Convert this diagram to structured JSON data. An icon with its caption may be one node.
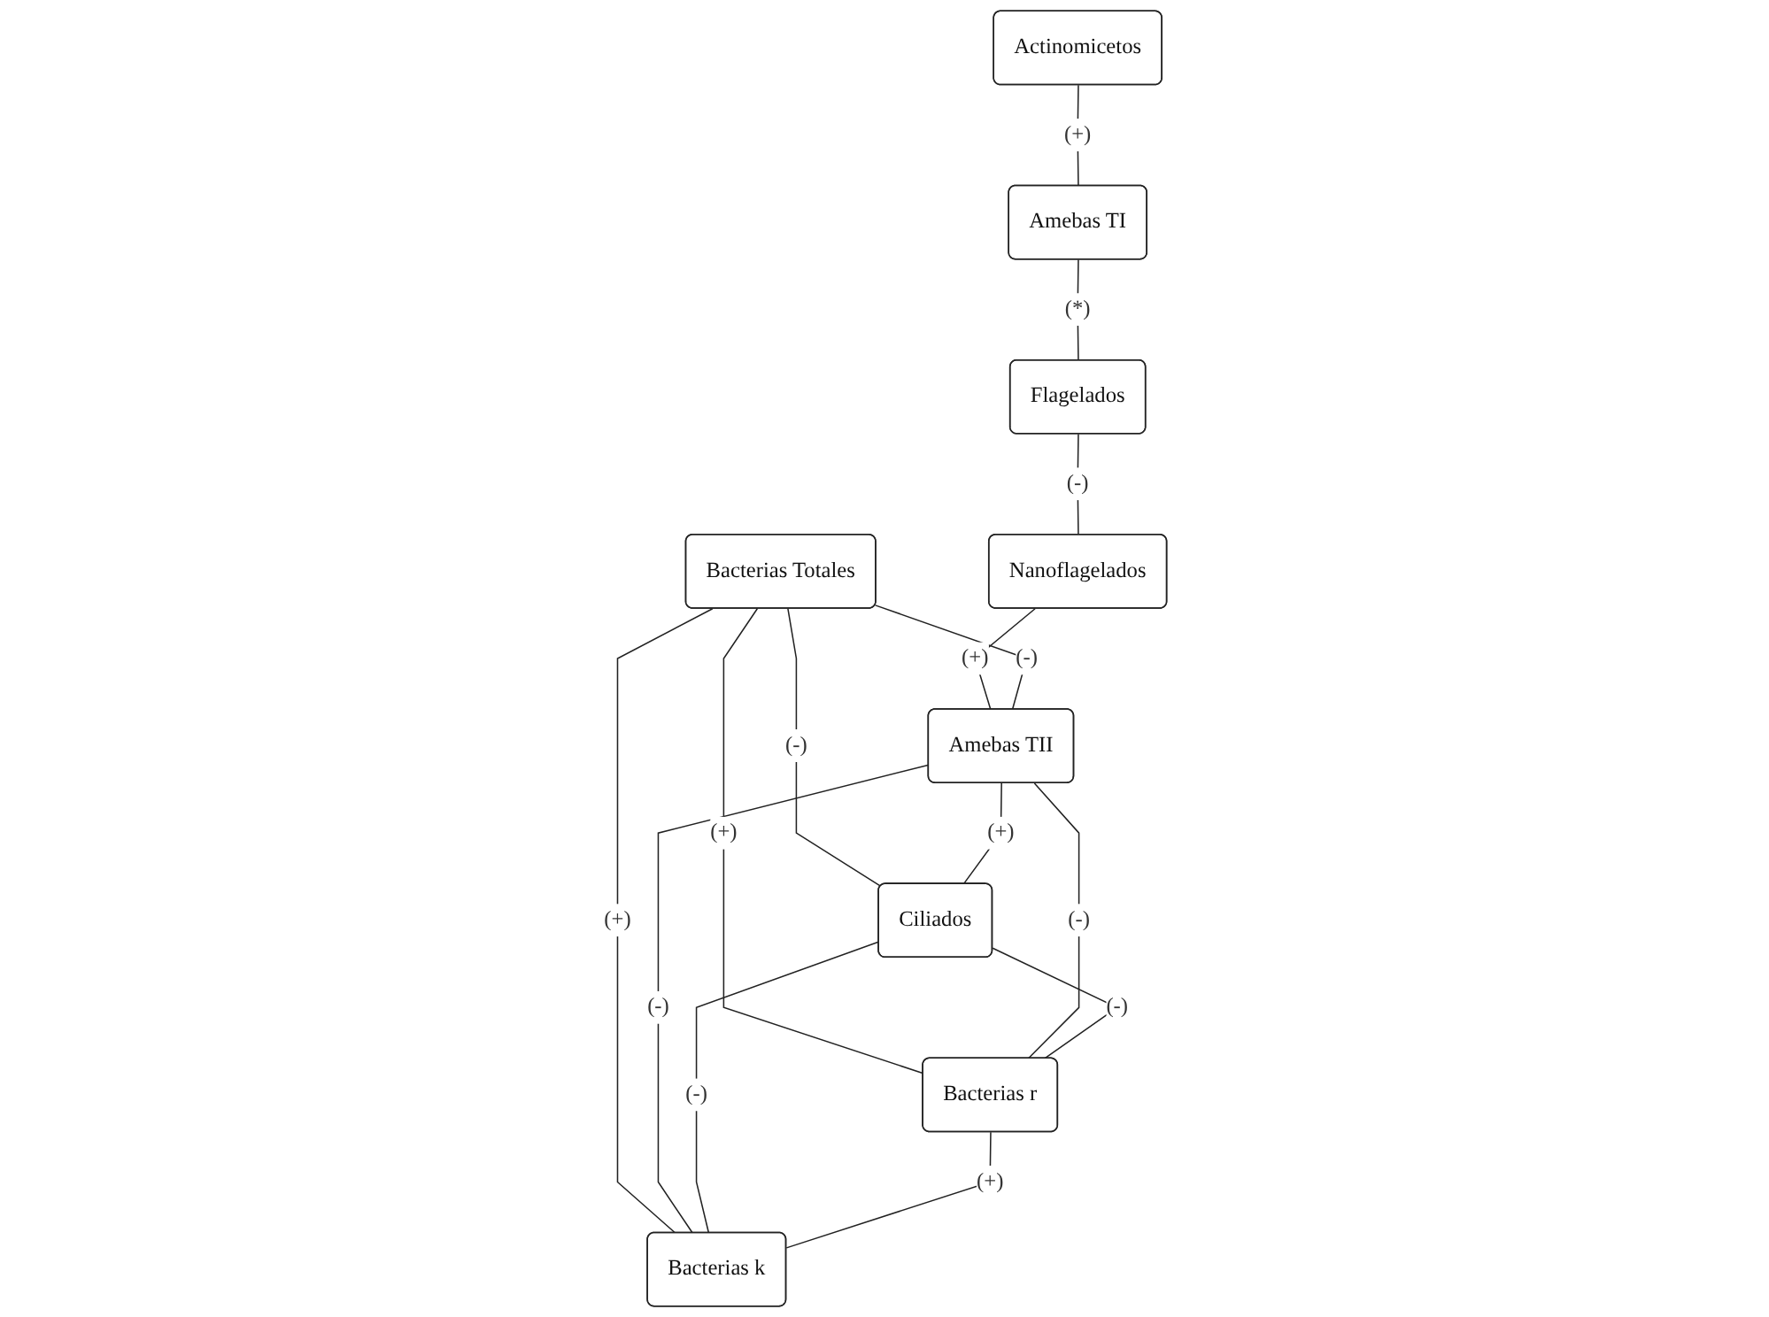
{
  "diagram": {
    "nodes": [
      {
        "text": [
          "Bacterias Totales"
        ]
      },
      {
        "text": [
          "Actinomicetos"
        ]
      },
      {
        "text": [
          "Amebas TI"
        ]
      },
      {
        "text": [
          "Flagelados"
        ]
      },
      {
        "text": [
          "Nanoflagelados"
        ]
      },
      {
        "text": [
          "Amebas TII"
        ]
      },
      {
        "text": [
          "Ciliados"
        ]
      },
      {
        "text": [
          "Bacterias r"
        ]
      },
      {
        "text": [
          "Bacterias k"
        ]
      }
    ],
    "edges": [
      {
        "from": 1,
        "to": 2,
        "arrow": "none",
        "label": "(+)"
      },
      {
        "from": 2,
        "to": 3,
        "arrow": "none",
        "label": "(*)"
      },
      {
        "from": 3,
        "to": 4,
        "arrow": "none",
        "label": "(-)"
      },
      {
        "from": 4,
        "to": 5,
        "arrow": "none",
        "label": "(+)"
      },
      {
        "from": 0,
        "to": 5,
        "arrow": "none",
        "label": "(-)"
      },
      {
        "from": 0,
        "to": 6,
        "arrow": "none",
        "label": "(-)"
      },
      {
        "from": 0,
        "to": 8,
        "arrow": "none",
        "label": "(+)"
      },
      {
        "from": 0,
        "to": 7,
        "arrow": "none",
        "label": "(+)"
      },
      {
        "from": 5,
        "to": 6,
        "arrow": "none",
        "label": "(+)"
      },
      {
        "from": 5,
        "to": 7,
        "arrow": "none",
        "label": "(-)"
      },
      {
        "from": 5,
        "to": 8,
        "arrow": "none",
        "label": "(-)"
      },
      {
        "from": 6,
        "to": 7,
        "arrow": "none",
        "label": "(-)"
      },
      {
        "from": 6,
        "to": 8,
        "arrow": "none",
        "label": "(-)"
      },
      {
        "from": 7,
        "to": 8,
        "arrow": "none",
        "label": "(+)"
      }
    ]
  }
}
